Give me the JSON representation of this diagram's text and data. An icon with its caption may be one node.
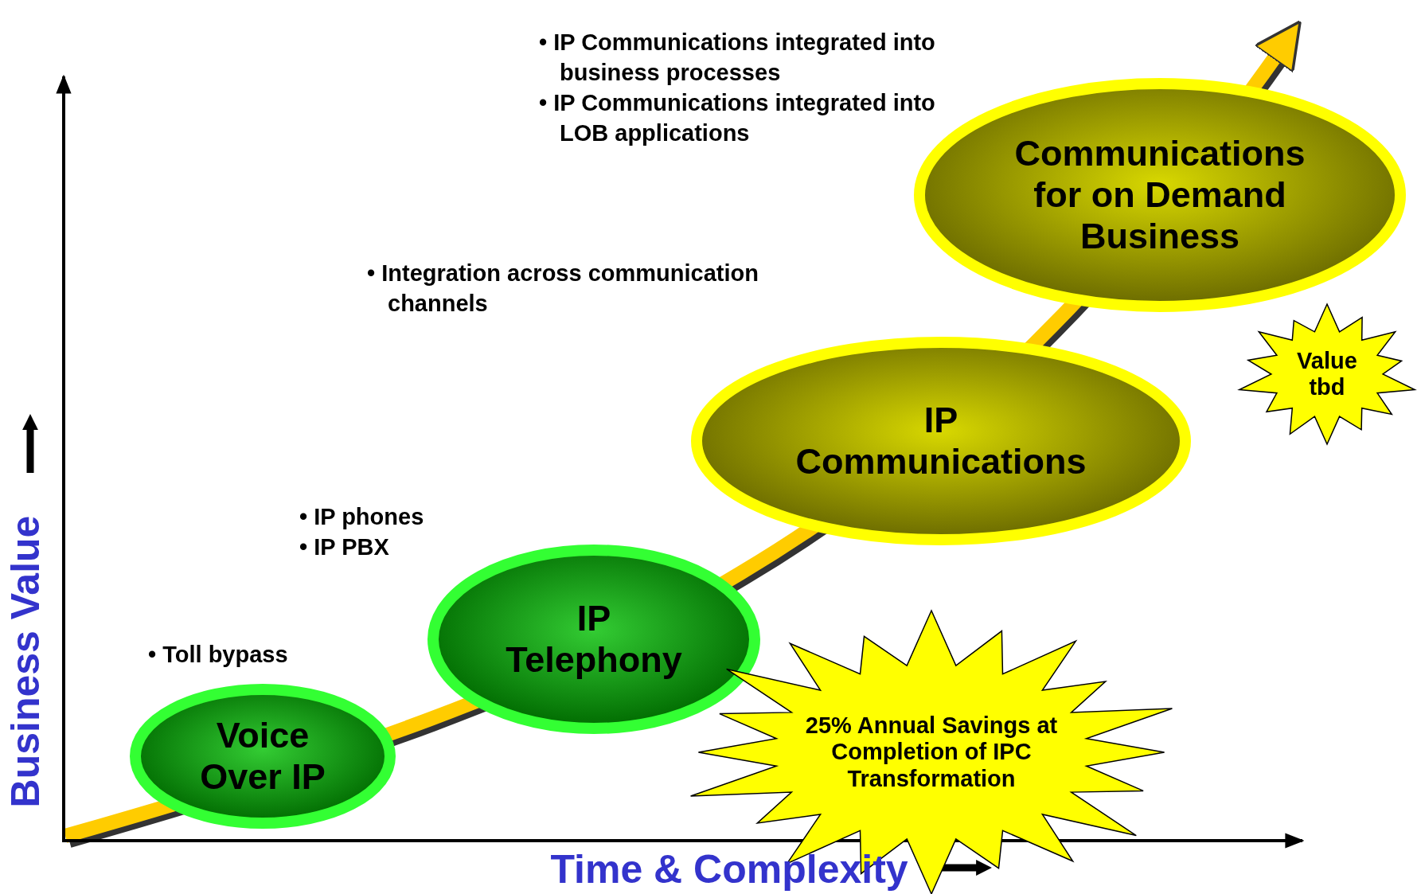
{
  "diagram": {
    "nodes": [
      {
        "text": [
          "Communications for on Demand Business"
        ]
      },
      {
        "text": [
          "Value tbd"
        ]
      },
      {
        "text": [
          "IP Communications"
        ]
      },
      {
        "text": [
          "IP Telephony"
        ]
      },
      {
        "text": [
          "Voice Over IP"
        ]
      },
      {
        "text": [
          "25% Annual Savings at Completion of IPC Transformation"
        ]
      }
    ],
    "labels": [
      "• IP Communications integrated into business processes",
      "• IP Communications integrated into LOB applications",
      "• Integration across communication channels",
      "• IP phones",
      "• IP PBX",
      "• Toll bypass",
      "Business Value",
      "Time & Complexity"
    ]
  }
}
